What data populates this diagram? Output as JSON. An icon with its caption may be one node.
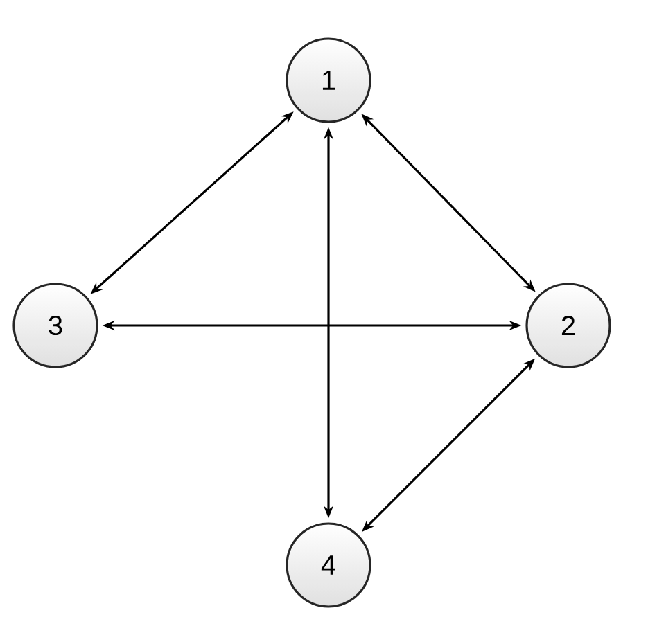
{
  "diagram": {
    "nodes": [
      {
        "text": [
          "1"
        ]
      },
      {
        "text": [
          "2"
        ]
      },
      {
        "text": [
          "3"
        ]
      },
      {
        "text": [
          "4"
        ]
      }
    ],
    "edges": [
      {
        "from": 0,
        "to": 1,
        "arrow": "both"
      },
      {
        "from": 0,
        "to": 2,
        "arrow": "both"
      },
      {
        "from": 0,
        "to": 3,
        "arrow": "both"
      },
      {
        "from": 2,
        "to": 1,
        "arrow": "both"
      },
      {
        "from": 1,
        "to": 3,
        "arrow": "both"
      }
    ]
  }
}
